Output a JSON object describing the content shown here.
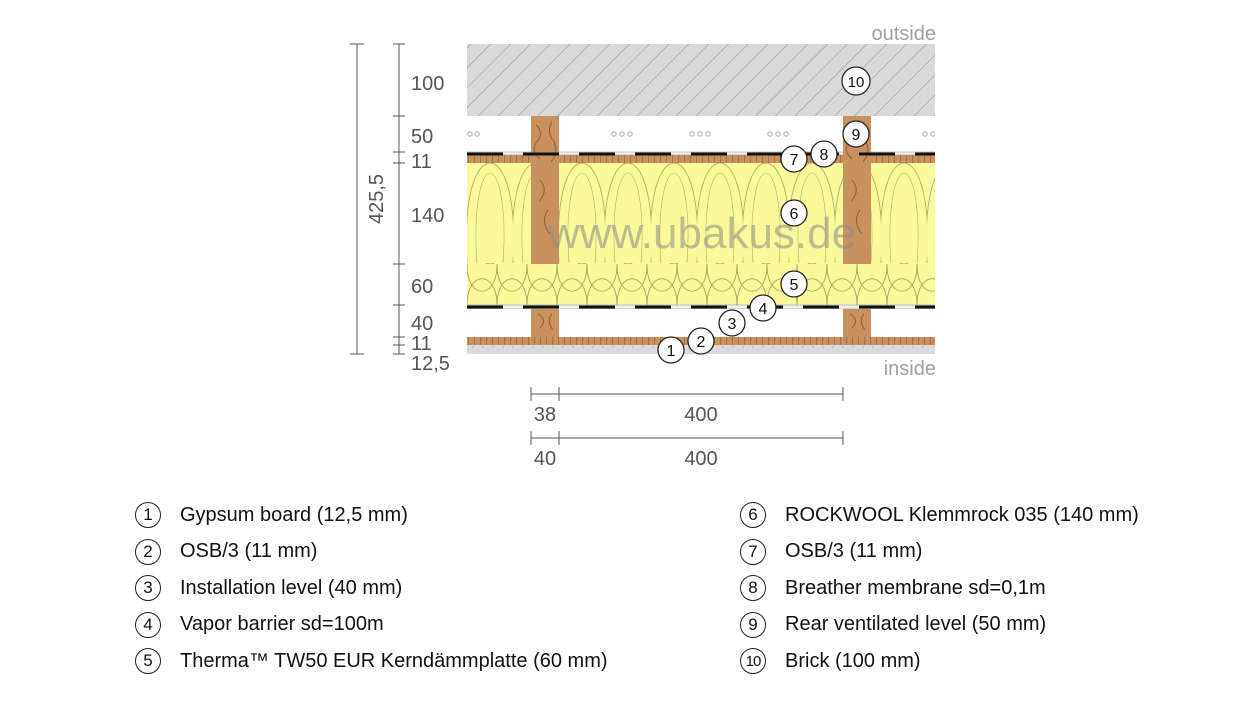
{
  "sides": {
    "outside": "outside",
    "inside": "inside"
  },
  "watermark": "www.ubakus.de",
  "total_thickness": "425,5",
  "layer_dims": [
    "100",
    "50",
    "11",
    "140",
    "60",
    "40",
    "11",
    "12,5"
  ],
  "horizontal_dims": {
    "row1": {
      "stud": "38",
      "spacing": "400"
    },
    "row2": {
      "stud": "40",
      "spacing": "400"
    }
  },
  "legend": [
    {
      "num": "1",
      "text": "Gypsum board (12,5 mm)"
    },
    {
      "num": "2",
      "text": "OSB/3 (11 mm)"
    },
    {
      "num": "3",
      "text": "Installation level (40 mm)"
    },
    {
      "num": "4",
      "text": "Vapor barrier sd=100m"
    },
    {
      "num": "5",
      "text": "Therma™ TW50 EUR Kerndämmplatte (60 mm)"
    },
    {
      "num": "6",
      "text": "ROCKWOOL Klemmrock 035 (140 mm)"
    },
    {
      "num": "7",
      "text": "OSB/3 (11 mm)"
    },
    {
      "num": "8",
      "text": "Breather membrane sd=0,1m"
    },
    {
      "num": "9",
      "text": "Rear ventilated level (50 mm)"
    },
    {
      "num": "10",
      "text": "Brick (100 mm)"
    }
  ],
  "colors": {
    "insulation": "#fafa9a",
    "wood": "#c8915e",
    "osb": "#c99060",
    "brick": "#d9d9d9",
    "gypsum": "#dcdcdc"
  }
}
